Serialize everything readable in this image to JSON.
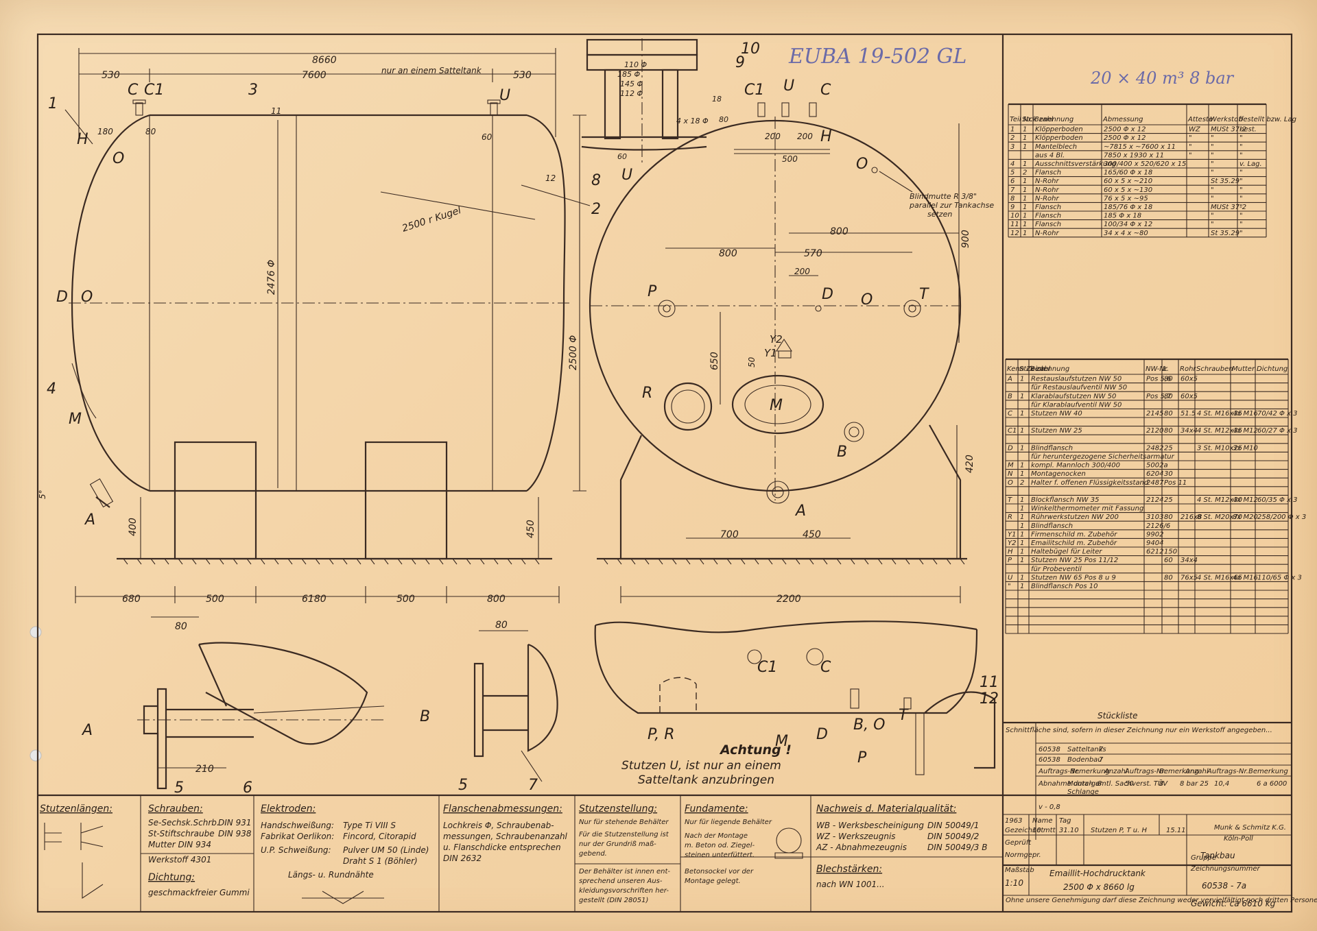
{
  "header_handwritten": "EUBA 19-502 GL",
  "spec_handwritten": "20 × 40 m³   8 bar",
  "view_labels": {
    "side": {
      "c": "C",
      "c1": "C1",
      "u": "U",
      "h": "H",
      "o": "O",
      "d": "D",
      "a": "A",
      "m": "M",
      "n1": "1",
      "n2": "2",
      "n3": "3",
      "n4": "4",
      "note_sattel": "nur an einem Satteltank",
      "kugel": "2500 r Kugel"
    },
    "end": {
      "c1": "C1",
      "u": "U",
      "c": "C",
      "h": "H",
      "o": "O",
      "p": "P",
      "d": "D",
      "t": "T",
      "r": "R",
      "m": "M",
      "b": "B",
      "a": "A",
      "y2": "Y2",
      "y1": "Y1",
      "blind_note_1": "Blindmutte R 3/8\"",
      "blind_note_2": "parallel zur Tankachse",
      "blind_note_3": "setzen"
    },
    "flange": {
      "n8": "8",
      "n9": "9",
      "n10": "10",
      "u": "U"
    },
    "bottom": {
      "c1": "C1",
      "c": "C",
      "pr": "P, R",
      "m": "M",
      "d": "D",
      "bo": "B, O",
      "t": "T",
      "p": "P",
      "n11": "11",
      "n12": "12"
    },
    "details": {
      "a": "A",
      "b": "B",
      "n5a": "5",
      "n6": "6",
      "n5b": "5",
      "n7": "7"
    }
  },
  "dimensions": {
    "overall": "8660",
    "left_end": "530",
    "middle": "7600",
    "right_end": "530",
    "dia_2476": "2476 Φ",
    "dia_2500": "2500 Φ",
    "h400": "400",
    "h450": "450",
    "b680": "680",
    "b500a": "500",
    "b6180": "6180",
    "b500b": "500",
    "b800": "800",
    "e200a": "200",
    "e200b": "200",
    "e500": "500",
    "e800a": "800",
    "e800b": "800",
    "e570": "570",
    "e200c": "200",
    "e900": "900",
    "e650": "650",
    "e50": "50",
    "e420": "420",
    "e700": "700",
    "e450": "450",
    "e2200": "2200",
    "f110": "110 Φ",
    "f185": "185 Φ",
    "f145": "145 Φ",
    "f112": "112 Φ",
    "f4x18": "4 x 18 Φ",
    "f18": "18",
    "f80": "80",
    "f60": "60",
    "d80a": "80",
    "d80b": "80",
    "d210": "210",
    "d5deg": "5°",
    "d12": "12",
    "d11": "11",
    "d60": "60",
    "d180": "180",
    "d80c": "80"
  },
  "achtung": {
    "title": "Achtung !",
    "line1": "Stutzen U, ist nur an einem",
    "line2": "Satteltank anzubringen"
  },
  "parts_table": {
    "headers": [
      "Teil Nr.",
      "Stck zahl",
      "Benennung",
      "Abmessung",
      "Atteste",
      "Werkstoff",
      "bestellt bzw. Lag"
    ],
    "rows": [
      [
        "1",
        "1",
        "Klöpperboden",
        "2500 Φ x 12",
        "WZ",
        "MUSt 37-2",
        "best."
      ],
      [
        "2",
        "1",
        "Klöpperboden",
        "2500 Φ x 12",
        "\"",
        "\"",
        "\""
      ],
      [
        "3",
        "1",
        "Mantelblech",
        "~7815 x ~7600 x 11",
        "\"",
        "\"",
        "\""
      ],
      [
        "",
        "",
        "aus 4 Bl.",
        "7850 x 1930 x 11",
        "\"",
        "\"",
        "\""
      ],
      [
        "4",
        "1",
        "Ausschnittsverstärkung",
        "300/400 x 520/620 x 15",
        "",
        "\"",
        "v. Lag."
      ],
      [
        "5",
        "2",
        "Flansch",
        "165/60 Φ x 18",
        "",
        "\"",
        "\""
      ],
      [
        "6",
        "1",
        "N-Rohr",
        "60 x 5 x ~210",
        "",
        "St 35.29",
        "\""
      ],
      [
        "7",
        "1",
        "N-Rohr",
        "60 x 5 x ~130",
        "",
        "\"",
        "\""
      ],
      [
        "8",
        "1",
        "N-Rohr",
        "76 x 5 x ~95",
        "",
        "\"",
        "\""
      ],
      [
        "9",
        "1",
        "Flansch",
        "185/76 Φ x 18",
        "",
        "MUSt 37-2",
        "\""
      ],
      [
        "10",
        "1",
        "Flansch",
        "185 Φ x 18",
        "",
        "\"",
        "\""
      ],
      [
        "11",
        "1",
        "Flansch",
        "100/34 Φ x 12",
        "",
        "\"",
        "\""
      ],
      [
        "12",
        "1",
        "N-Rohr",
        "34 x 4 x ~80",
        "",
        "St 35.29",
        "\""
      ]
    ]
  },
  "nozzle_table": {
    "headers": [
      "Kenn Zeich.",
      "Stck zahl",
      "Benennung",
      "NW-Nr.",
      "L",
      "Rohr",
      "Schrauben",
      "Mutter",
      "Dichtung"
    ],
    "rows": [
      [
        "A",
        "1",
        "Restauslaufstutzen NW 50",
        "Pos 5,6",
        "80",
        "60x5",
        "",
        "",
        ""
      ],
      [
        "",
        "",
        "für Restauslaufventil NW 50",
        "",
        "",
        "",
        "",
        "",
        ""
      ],
      [
        "B",
        "1",
        "Klarablaufstutzen NW 50",
        "Pos 5,7",
        "80",
        "60x5",
        "",
        "",
        ""
      ],
      [
        "",
        "",
        "für Klarablaufventil NW 50",
        "",
        "",
        "",
        "",
        "",
        ""
      ],
      [
        "C",
        "1",
        "Stutzen NW 40",
        "2145",
        "80",
        "51.5",
        "4 St. M16x35",
        "4x M16",
        "70/42 Φ x 3"
      ],
      [
        "",
        "",
        "",
        "",
        "",
        "",
        "",
        "",
        ""
      ],
      [
        "C1",
        "1",
        "Stutzen NW 25",
        "2120",
        "80",
        "34x4",
        "4 St. M12x35",
        "4x M12",
        "60/27 Φ x 3"
      ],
      [
        "",
        "",
        "",
        "",
        "",
        "",
        "",
        "",
        ""
      ],
      [
        "D",
        "1",
        "Blindflansch",
        "2482",
        "25",
        "",
        "3 St. M10x25",
        "3x M10",
        ""
      ],
      [
        "",
        "",
        "für heruntergezogene Sicherheitsarmatur",
        "",
        "",
        "",
        "",
        "",
        ""
      ],
      [
        "M",
        "1",
        "kompl. Mannloch 300/400",
        "5002a",
        "",
        "",
        "",
        "",
        ""
      ],
      [
        "N",
        "1",
        "Montagenocken",
        "6204",
        "30",
        "",
        "",
        "",
        ""
      ],
      [
        "O",
        "2",
        "Halter f. offenen Flüssigkeitsstand",
        "2487",
        "Pos 11",
        "",
        "",
        "",
        ""
      ],
      [
        "",
        "",
        "",
        "",
        "",
        "",
        "",
        "",
        ""
      ],
      [
        "T",
        "1",
        "Blockflansch NW 35",
        "2124",
        "25",
        "",
        "4 St. M12x30",
        "4x M12",
        "60/35 Φ x 3"
      ],
      [
        "",
        "1",
        "Winkelthermometer mit Fassung",
        "",
        "",
        "",
        "",
        "",
        ""
      ],
      [
        "R",
        "1",
        "Rührwerkstutzen NW 200",
        "3103",
        "80",
        "216x8",
        "8 St. M20x70",
        "8x M20",
        "258/200 Φ x 3"
      ],
      [
        "",
        "1",
        "Blindflansch",
        "2126/6",
        "",
        "",
        "",
        "",
        ""
      ],
      [
        "Y1",
        "1",
        "Firmenschild m. Zubehör",
        "9902",
        "",
        "",
        "",
        "",
        ""
      ],
      [
        "Y2",
        "1",
        "Emailitschild m. Zubehör",
        "9404",
        "",
        "",
        "",
        "",
        ""
      ],
      [
        "H",
        "1",
        "Haltebügel für Leiter",
        "6212",
        "150",
        "",
        "",
        "",
        ""
      ],
      [
        "P",
        "1",
        "Stutzen NW 25 Pos 11/12",
        "",
        "60",
        "34x4",
        "",
        "",
        ""
      ],
      [
        "",
        "",
        "für Probeventil",
        "",
        "",
        "",
        "",
        "",
        ""
      ],
      [
        "U",
        "1",
        "Stutzen NW 65 Pos 8 u 9",
        "",
        "80",
        "76x5",
        "4 St. M16x65",
        "4x M16",
        "110/65 Φ x 3"
      ],
      [
        "\"",
        "1",
        "Blindflansch Pos 10",
        "",
        "",
        "",
        "",
        "",
        ""
      ]
    ]
  },
  "stueckliste_label": "Stückliste",
  "side_text": "Schnittfläche sind, sofern in dieser Zeichnung nur ein Werkstoff angegeben...",
  "ref_rows": [
    [
      "60538",
      "Satteltanks",
      "7"
    ],
    [
      "60538",
      "Bodenbau",
      "7"
    ]
  ],
  "ref_headers": [
    "Auftrags-Nr.",
    "Bemerkung",
    "Anzahl",
    "Auftrags-Nr.",
    "Bemerkung",
    "Anzahl",
    "Auftrags-Nr.",
    "Bemerkung"
  ],
  "tuv_block": {
    "label": "Abnahme durch amtl. Sachverst. TÜV",
    "mont": "Monta-ge",
    "schl": "Schlange",
    "v08": "v - 0,8",
    "c8": "8",
    "c50": "50",
    "c8b": "8",
    "c8bar": "8 bar 25",
    "c104": "10,4",
    "c6a": "6 a 6000"
  },
  "revision": {
    "year": "1963",
    "name_lbl": "Name",
    "tag_lbl": "Tag",
    "gezeichnet": "Gezeichnet",
    "geprueft": "Geprüft",
    "norm": "Normgepr.",
    "n1": "10 mtt",
    "n2": "31.10",
    "art": "Stutzen P, T u. H",
    "date2": "15.11"
  },
  "company": {
    "name": "Munk & Schmitz K.G.",
    "city": "Köln-Poll"
  },
  "massstab": {
    "label": "Maßstab",
    "value": "1:10"
  },
  "title": {
    "line1": "Emaillit-Hochdrucktank",
    "line2": "2500 Φ x 8660 lg"
  },
  "group": {
    "label": "Gruppe",
    "value": "Tankbau"
  },
  "drawing_number": {
    "label": "Zeichnungsnummer",
    "value": "60538 - 7a"
  },
  "weight": "Gewicht: ca 6610 kg",
  "copyright": "Ohne unsere Genehmigung darf diese Zeichnung weder vervielfältigt noch dritten Personen oder Konkurrenzfirmen zugänglich gemacht werden.",
  "footer": {
    "stutzenlaengen": {
      "title": "Stutzenlängen:"
    },
    "schrauben": {
      "title": "Schrauben:",
      "rows": [
        [
          "Se-Sechsk.Schrb.",
          "DIN 931"
        ],
        [
          "St-Stiftschraube",
          "DIN 938"
        ],
        [
          "Mutter DIN 934",
          ""
        ],
        [
          "Werkstoff 4301",
          ""
        ]
      ]
    },
    "dichtung": {
      "title": "Dichtung:",
      "text": "geschmackfreier Gummi"
    },
    "elektroden": {
      "title": "Elektroden:",
      "rows": [
        [
          "Handschweißung:",
          "Type Ti VIII S"
        ],
        [
          "Fabrikat Oerlikon:",
          "Fincord, Citorapid"
        ],
        [
          "U.P. Schweißung:",
          "Pulver UM 50 (Linde)"
        ],
        [
          "",
          "Draht S 1   (Böhler)"
        ]
      ],
      "naht": "Längs- u. Rundnähte"
    },
    "flansch": {
      "title": "Flanschenabmessungen:",
      "lines": [
        "Lochkreis Φ, Schraubenab-",
        "messungen, Schraubenanzahl",
        "u. Flanschdicke entsprechen",
        "DIN 2632"
      ]
    },
    "stellung": {
      "title": "Stutzenstellung:",
      "sub1": "Nur für stehende Behälter",
      "lines1": [
        "Für die Stutzenstellung ist",
        "nur der Grundriß maß-",
        "gebend."
      ],
      "lines2": [
        "Der Behälter ist innen ent-",
        "sprechend unseren Aus-",
        "kleidungsvorschriften her-",
        "gestellt (DIN 28051)"
      ]
    },
    "fundamente": {
      "title": "Fundamente:",
      "sub1": "Nur für liegende Behälter",
      "lines": [
        "Nach der Montage",
        "m. Beton od. Ziegel-",
        "steinen unterfüttert.",
        "Betonsockel vor der",
        "Montage gelegt."
      ]
    },
    "nachweis": {
      "title": "Nachweis d. Materialqualität:",
      "rows": [
        [
          "WB - Werksbescheinigung",
          "DIN 50049/1"
        ],
        [
          "WZ - Werkszeugnis",
          "DIN 50049/2"
        ],
        [
          "AZ - Abnahmezeugnis",
          "DIN 50049/3 B"
        ]
      ]
    },
    "blech": {
      "title": "Blechstärken:",
      "text": "nach WN 1001..."
    }
  }
}
